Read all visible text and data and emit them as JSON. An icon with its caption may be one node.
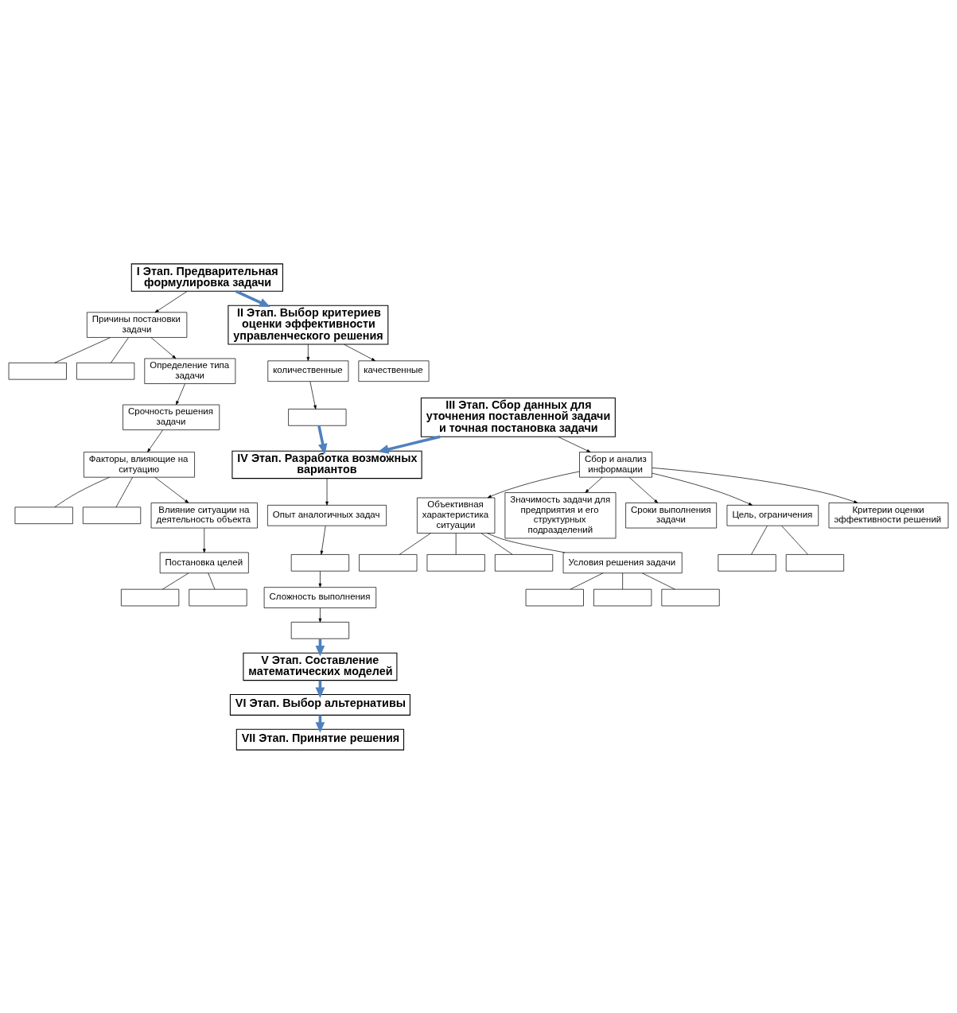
{
  "diagram": {
    "nodes": [
      {
        "text": [
          "I Этап. Предварительная формулировка задачи"
        ]
      },
      {
        "text": [
          "Причины постановки задачи"
        ]
      },
      {
        "text": [],
        "shape": "box"
      },
      {
        "text": [],
        "shape": "box"
      },
      {
        "text": [
          "Определение типа задачи"
        ]
      },
      {
        "text": [
          "Срочность решения задачи"
        ]
      },
      {
        "text": [
          "Факторы, влияющие на ситуацию"
        ]
      },
      {
        "text": [],
        "shape": "box"
      },
      {
        "text": [],
        "shape": "box"
      },
      {
        "text": [
          "Влияние ситуации на деятельность объекта"
        ]
      },
      {
        "text": [
          "Постановка целей"
        ]
      },
      {
        "text": [],
        "shape": "box"
      },
      {
        "text": [],
        "shape": "box"
      },
      {
        "text": [
          "II Этап. Выбор критериев оценки эффективности управленческого решения"
        ]
      },
      {
        "text": [
          "количественные"
        ]
      },
      {
        "text": [
          "качественные"
        ]
      },
      {
        "text": [],
        "shape": "box"
      },
      {
        "text": [
          "III Этап. Сбор данных для уточнения поставленной задачи и точная постановка задачи"
        ]
      },
      {
        "text": [
          "Сбор и анализ информации"
        ]
      },
      {
        "text": [
          "Объективная характеристика ситуации"
        ]
      },
      {
        "text": [
          "Значимость задачи для предприятия и его структурных подразделений"
        ]
      },
      {
        "text": [
          "Сроки выполнения задачи"
        ]
      },
      {
        "text": [
          "Цель, ограничения"
        ]
      },
      {
        "text": [
          "Критерии оценки эффективности решений"
        ]
      },
      {
        "text": [],
        "shape": "box"
      },
      {
        "text": [],
        "shape": "box"
      },
      {
        "text": [],
        "shape": "box"
      },
      {
        "text": [
          "Условия решения задачи"
        ]
      },
      {
        "text": [],
        "shape": "box"
      },
      {
        "text": [],
        "shape": "box"
      },
      {
        "text": [],
        "shape": "box"
      },
      {
        "text": [],
        "shape": "box"
      },
      {
        "text": [],
        "shape": "box"
      },
      {
        "text": [
          "IV Этап. Разработка возможных вариантов"
        ]
      },
      {
        "text": [
          "Опыт аналогичных задач"
        ]
      },
      {
        "text": [],
        "shape": "box"
      },
      {
        "text": [
          "Сложность выполнения"
        ]
      },
      {
        "text": [],
        "shape": "box"
      },
      {
        "text": [
          "V Этап. Составление математических моделей"
        ]
      },
      {
        "text": [
          "VI Этап. Выбор альтернативы"
        ]
      },
      {
        "text": [
          "VII Этап. Принятие решения"
        ]
      }
    ],
    "edges": [
      {
        "from": 0,
        "to": 1,
        "arrow": "to"
      },
      {
        "from": 1,
        "to": 2,
        "arrow": "none"
      },
      {
        "from": 1,
        "to": 3,
        "arrow": "none"
      },
      {
        "from": 1,
        "to": 4,
        "arrow": "to"
      },
      {
        "from": 4,
        "to": 5,
        "arrow": "to"
      },
      {
        "from": 5,
        "to": 6,
        "arrow": "to"
      },
      {
        "from": 6,
        "to": 7,
        "arrow": "none"
      },
      {
        "from": 6,
        "to": 8,
        "arrow": "none"
      },
      {
        "from": 6,
        "to": 9,
        "arrow": "to"
      },
      {
        "from": 9,
        "to": 10,
        "arrow": "to"
      },
      {
        "from": 10,
        "to": 11,
        "arrow": "none"
      },
      {
        "from": 10,
        "to": 12,
        "arrow": "none"
      },
      {
        "from": 0,
        "to": 13,
        "arrow": "to",
        "style": "thick",
        "color": "#4f81bd"
      },
      {
        "from": 13,
        "to": 14,
        "arrow": "to"
      },
      {
        "from": 13,
        "to": 15,
        "arrow": "to"
      },
      {
        "from": 14,
        "to": 16,
        "arrow": "to"
      },
      {
        "from": 16,
        "to": 33,
        "arrow": "to",
        "style": "thick",
        "color": "#4f81bd"
      },
      {
        "from": 17,
        "to": 33,
        "arrow": "to",
        "style": "thick",
        "color": "#4f81bd"
      },
      {
        "from": 17,
        "to": 18,
        "arrow": "to"
      },
      {
        "from": 18,
        "to": 19,
        "arrow": "to"
      },
      {
        "from": 18,
        "to": 20,
        "arrow": "to"
      },
      {
        "from": 18,
        "to": 21,
        "arrow": "to"
      },
      {
        "from": 18,
        "to": 22,
        "arrow": "to"
      },
      {
        "from": 18,
        "to": 23,
        "arrow": "to"
      },
      {
        "from": 19,
        "to": 24,
        "arrow": "none"
      },
      {
        "from": 19,
        "to": 25,
        "arrow": "none"
      },
      {
        "from": 19,
        "to": 26,
        "arrow": "none"
      },
      {
        "from": 19,
        "to": 27,
        "arrow": "none"
      },
      {
        "from": 27,
        "to": 28,
        "arrow": "none"
      },
      {
        "from": 27,
        "to": 29,
        "arrow": "none"
      },
      {
        "from": 27,
        "to": 30,
        "arrow": "none"
      },
      {
        "from": 22,
        "to": 31,
        "arrow": "none"
      },
      {
        "from": 22,
        "to": 32,
        "arrow": "none"
      },
      {
        "from": 33,
        "to": 34,
        "arrow": "to"
      },
      {
        "from": 34,
        "to": 35,
        "arrow": "to"
      },
      {
        "from": 35,
        "to": 36,
        "arrow": "to"
      },
      {
        "from": 36,
        "to": 37,
        "arrow": "to"
      },
      {
        "from": 37,
        "to": 38,
        "arrow": "to",
        "style": "thick",
        "color": "#4f81bd"
      },
      {
        "from": 38,
        "to": 39,
        "arrow": "to",
        "style": "thick",
        "color": "#4f81bd"
      },
      {
        "from": 39,
        "to": 40,
        "arrow": "to",
        "style": "thick",
        "color": "#4f81bd"
      }
    ]
  }
}
